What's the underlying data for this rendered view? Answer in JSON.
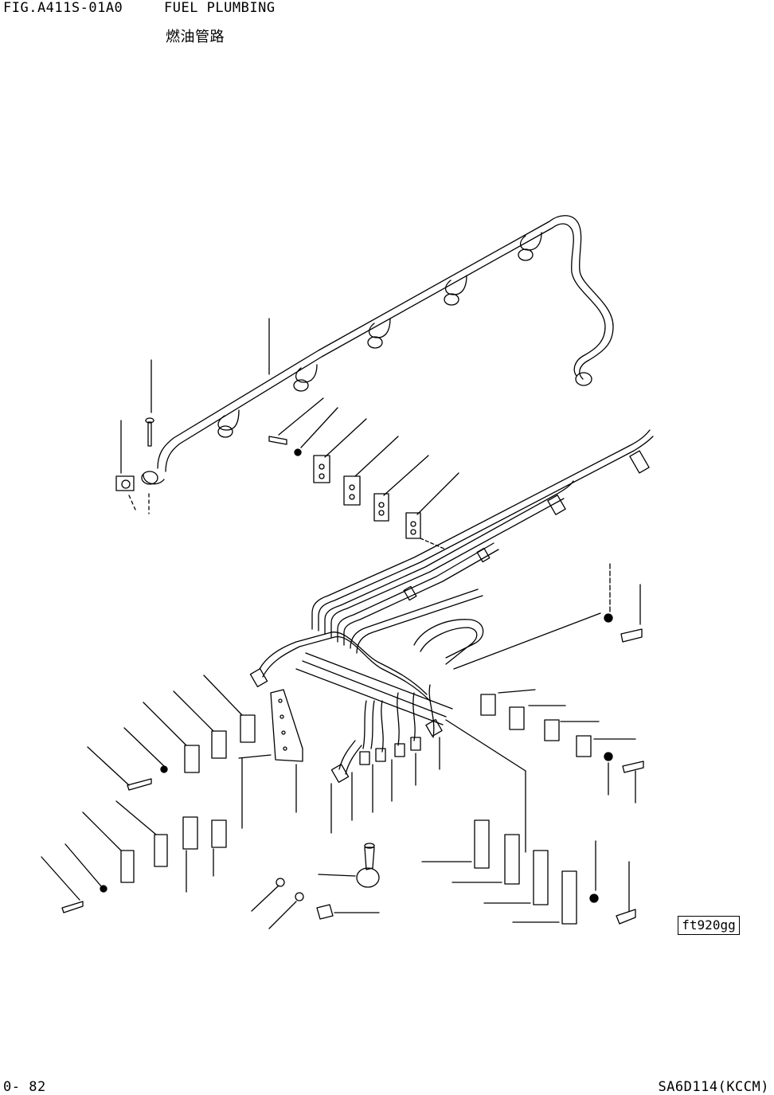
{
  "header": {
    "figure_code": "FIG.A411S-01A0",
    "title": "FUEL PLUMBING",
    "subtitle": "燃油管路"
  },
  "footer": {
    "page_number": "0- 82",
    "model": "SA6D114(KCCM)"
  },
  "reference_tag": "ft920gg"
}
